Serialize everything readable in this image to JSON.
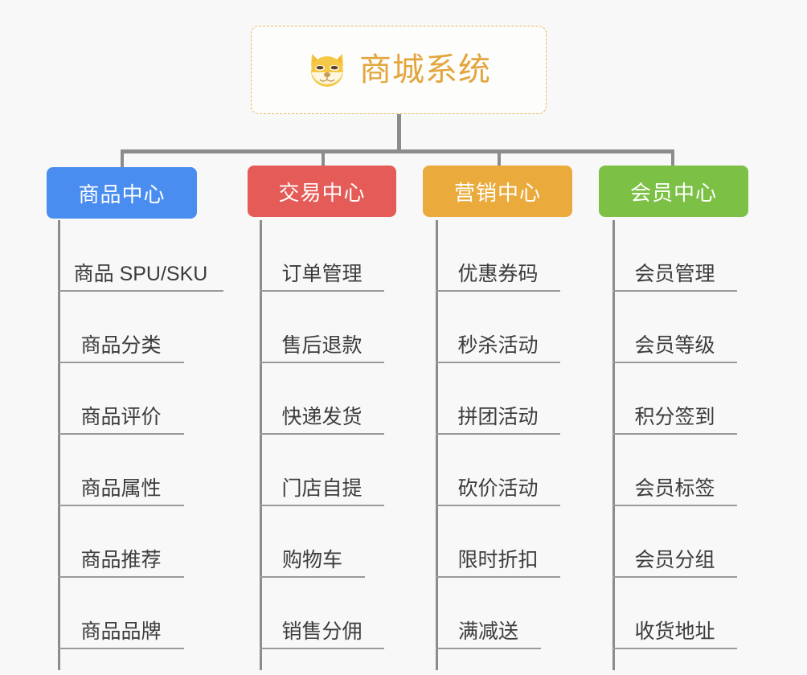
{
  "background_color": "#f8f8f8",
  "root": {
    "icon": "shiba-dog-face-icon",
    "title": "商城系统",
    "title_color": "#e3a63e",
    "border_color": "#e8b860"
  },
  "columns": [
    {
      "id": "product-center",
      "label": "商品中心",
      "color": "#4a8df0",
      "items": [
        "商品 SPU/SKU",
        "商品分类",
        "商品评价",
        "商品属性",
        "商品推荐",
        "商品品牌"
      ]
    },
    {
      "id": "trade-center",
      "label": "交易中心",
      "color": "#e45b57",
      "items": [
        "订单管理",
        "售后退款",
        "快递发货",
        "门店自提",
        "购物车",
        "销售分佣"
      ]
    },
    {
      "id": "marketing-center",
      "label": "营销中心",
      "color": "#eaab3c",
      "items": [
        "优惠券码",
        "秒杀活动",
        "拼团活动",
        "砍价活动",
        "限时折扣",
        "满减送"
      ]
    },
    {
      "id": "member-center",
      "label": "会员中心",
      "color": "#7cc045",
      "items": [
        "会员管理",
        "会员等级",
        "积分签到",
        "会员标签",
        "会员分组",
        "收货地址"
      ]
    }
  ],
  "connector_color": "#8c8c8c",
  "leaf_line_color": "#9a9a9a"
}
